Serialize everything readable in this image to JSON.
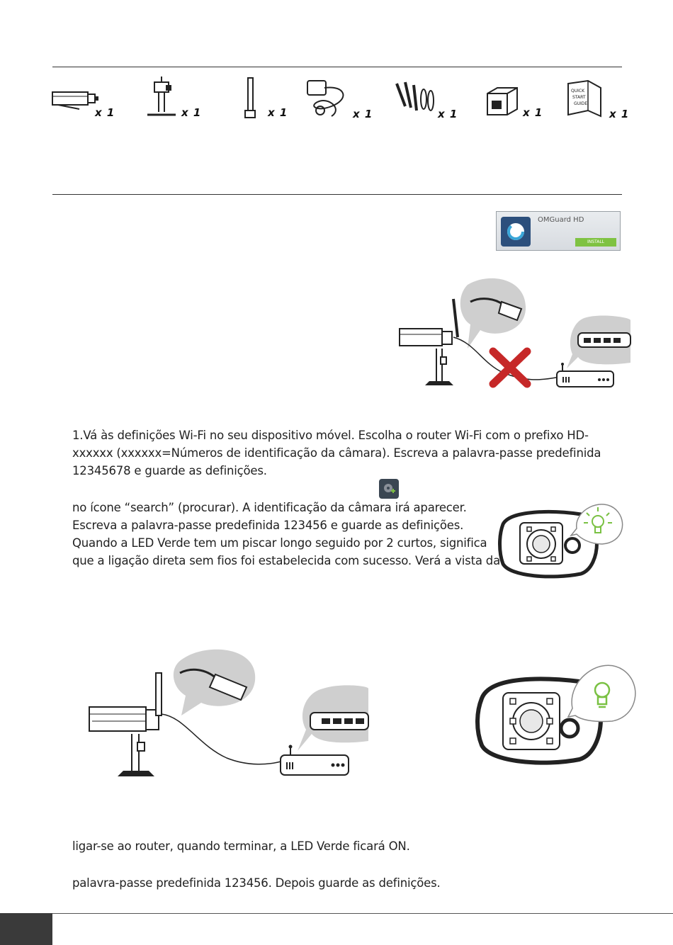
{
  "package_contents": {
    "items": [
      {
        "icon": "camera-icon",
        "qty": "x 1"
      },
      {
        "icon": "camera-stand-icon",
        "qty": "x 1"
      },
      {
        "icon": "antenna-icon",
        "qty": "x 1"
      },
      {
        "icon": "power-adapter-icon",
        "qty": "x 1"
      },
      {
        "icon": "screws-icon",
        "qty": "x 1"
      },
      {
        "icon": "network-connector-icon",
        "qty": "x 1"
      },
      {
        "icon": "quick-start-guide-icon",
        "qty": "x 1"
      }
    ],
    "guide_text": [
      "QUICK",
      "START",
      "GUIDE"
    ]
  },
  "app_card": {
    "name": "OMGuard HD",
    "install_label": "INSTALL"
  },
  "instructions": {
    "step1": [
      "1.Vá às definições Wi-Fi no seu dispositivo móvel. Escolha o router Wi-Fi com o prefixo HD-",
      "xxxxxx (xxxxxx=Números de identificação da câmara). Escreva a palavra-passe predefinida",
      "12345678 e guarde as definições."
    ],
    "step2": [
      "no ícone “search” (procurar). A identificação da câmara irá aparecer.",
      "Escreva a palavra-passe predefinida 123456 e guarde as definições.",
      "Quando a LED Verde tem um piscar longo seguido por 2 curtos, significa",
      "que a ligação direta sem fios foi estabelecida com sucesso. Verá a vista da"
    ],
    "step3": "ligar-se ao router, quando terminar, a LED Verde ficará ON.",
    "step4": "palavra-passe predefinida 123456. Depois guarde as definições."
  },
  "colors": {
    "rule": "#333333",
    "footer_block": "#3a3a3a",
    "red_x": "#c62828",
    "led_green": "#7ac143",
    "app_install": "#7fc242"
  }
}
